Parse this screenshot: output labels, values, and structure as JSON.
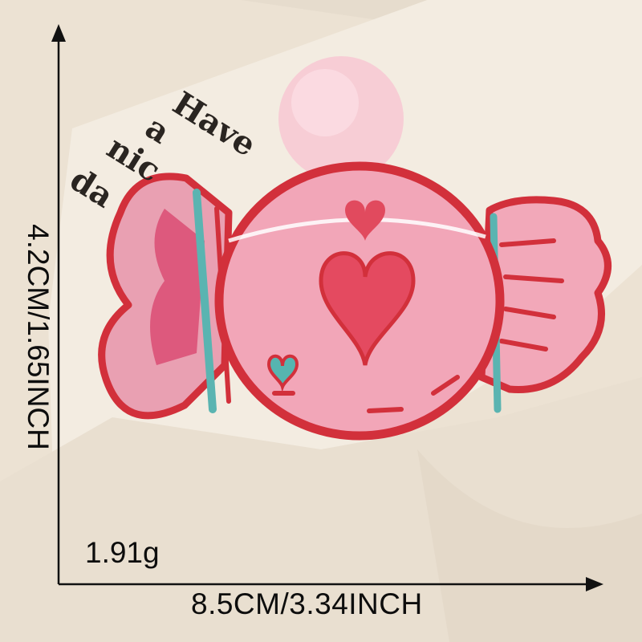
{
  "product": {
    "name_hidden": "",
    "colors": {
      "background_paper": "#efe6d8",
      "patch_pink": "#f4a7b7",
      "patch_outline_red": "#d92f3b",
      "heart_red": "#e8475b",
      "accent_teal": "#5bb6b3",
      "pompom_pink": "#f7cfd6"
    }
  },
  "decor_text": {
    "word1": "Have",
    "word2": "a",
    "word3": "nic",
    "word4": "da"
  },
  "dimensions": {
    "width": "8.5CM/3.34INCH",
    "height": "4.2CM/1.65INCH",
    "weight": "1.91g"
  }
}
